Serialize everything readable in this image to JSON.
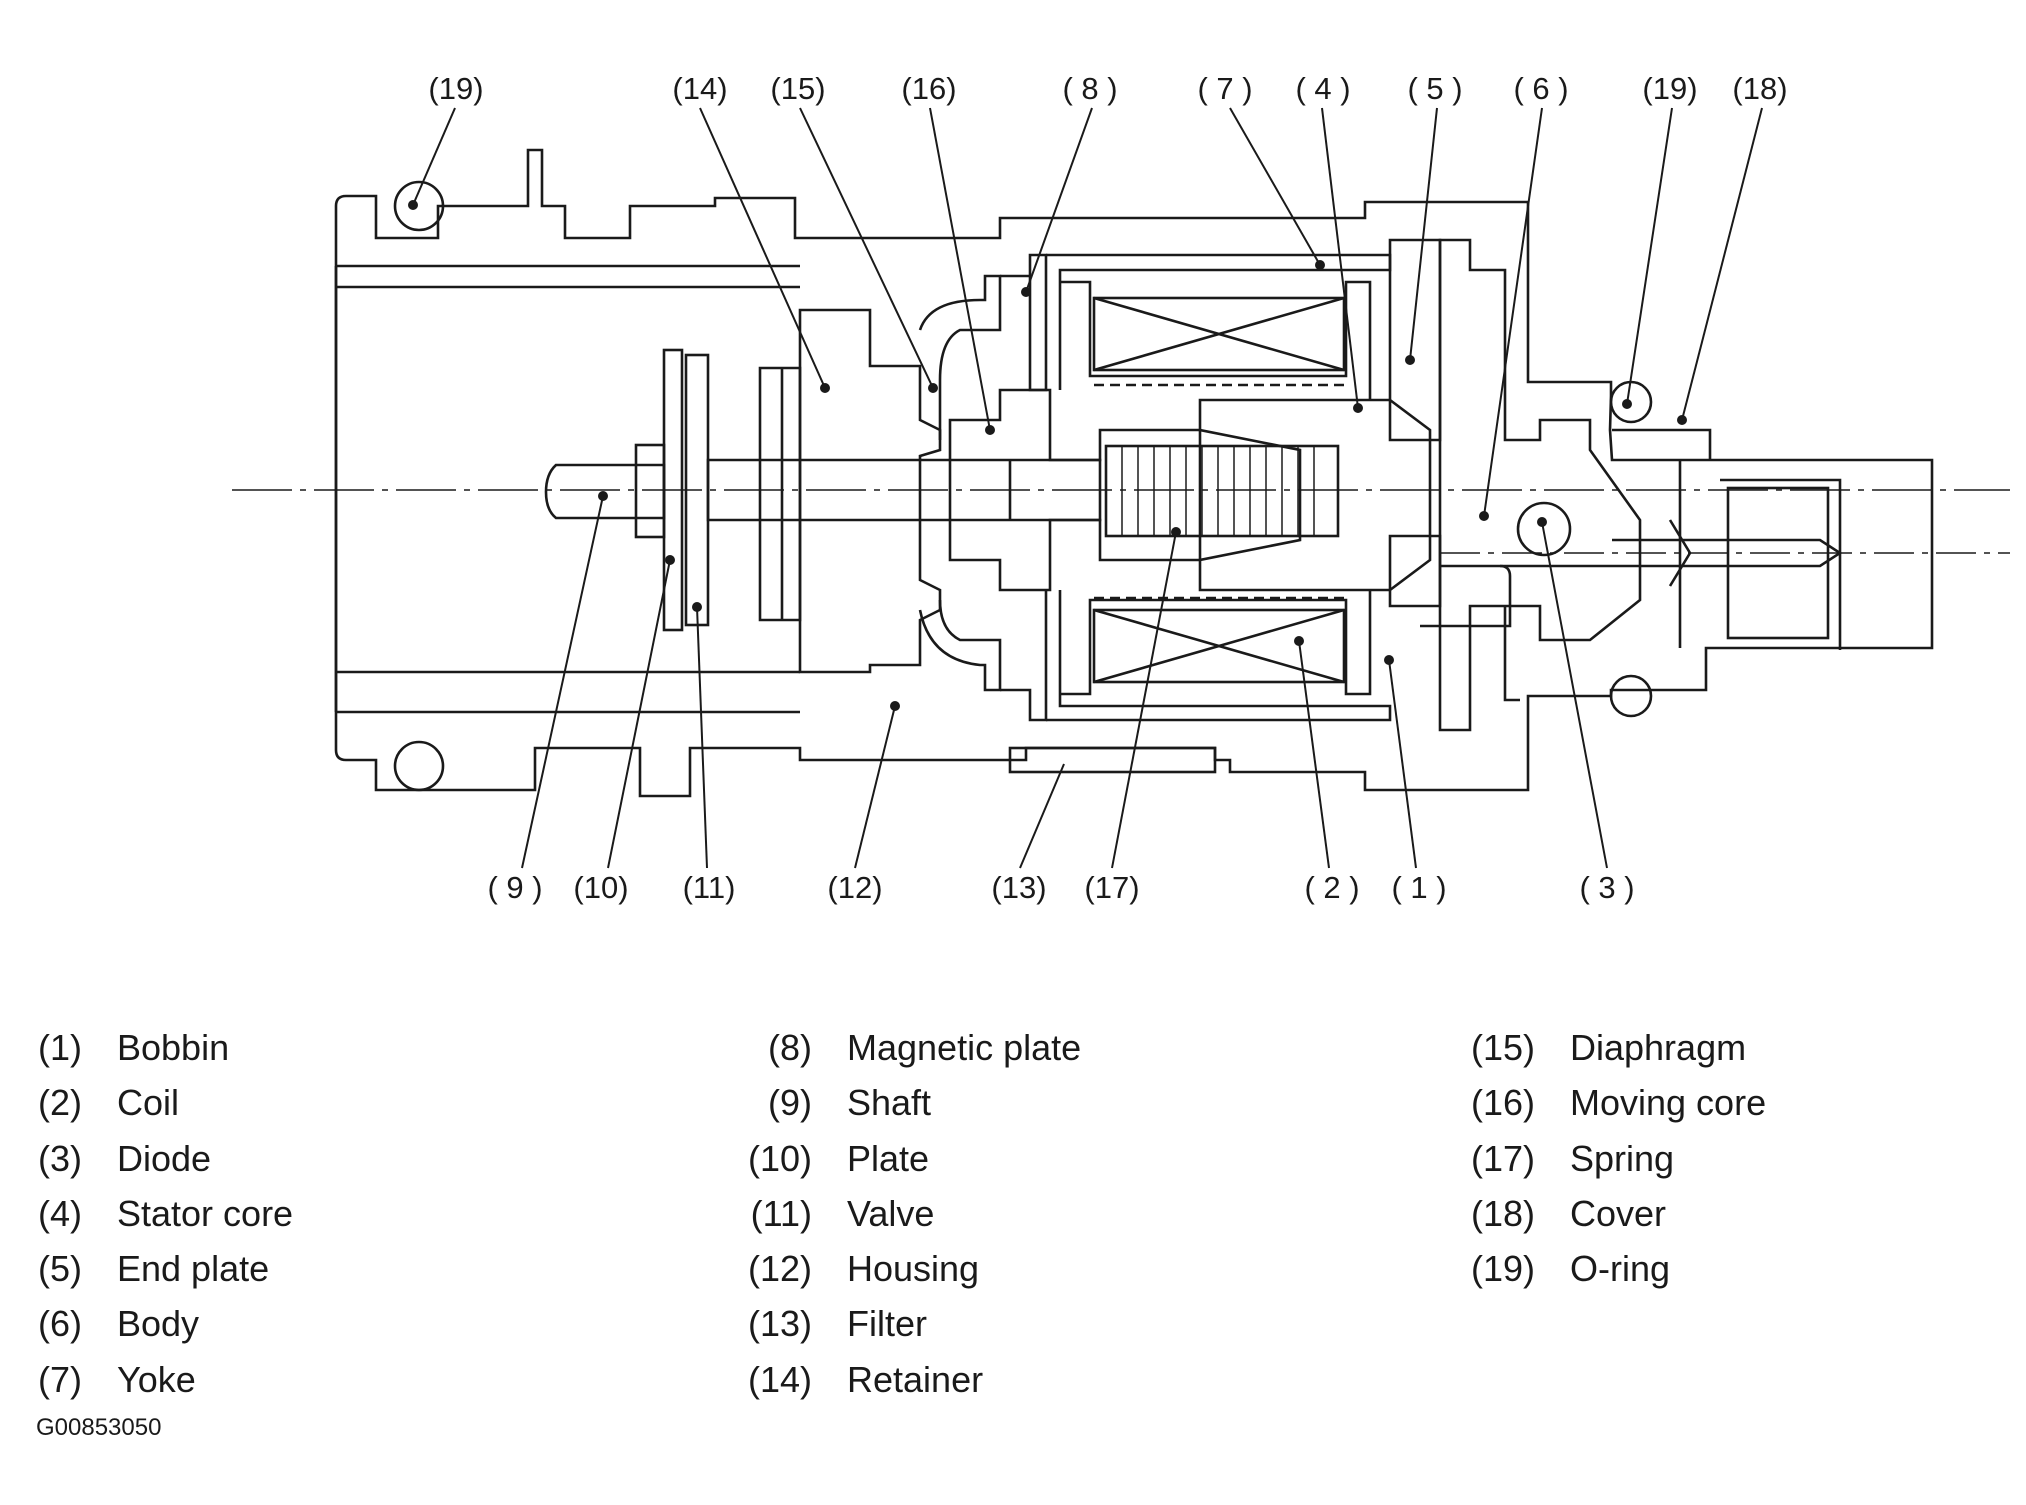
{
  "figure_id": "G00853050",
  "callouts": {
    "c19a": "(19)",
    "c14": "(14)",
    "c15": "(15)",
    "c16": "(16)",
    "c8": "( 8 )",
    "c7": "( 7 )",
    "c4": "( 4 )",
    "c5": "( 5 )",
    "c6": "( 6 )",
    "c19b": "(19)",
    "c18": "(18)",
    "c9": "( 9 )",
    "c10": "(10)",
    "c11": "(11)",
    "c12": "(12)",
    "c13": "(13)",
    "c17": "(17)",
    "c2": "( 2 )",
    "c1": "( 1 )",
    "c3": "( 3 )"
  },
  "legend": {
    "col1": [
      {
        "num": "(1)",
        "name": "Bobbin"
      },
      {
        "num": "(2)",
        "name": "Coil"
      },
      {
        "num": "(3)",
        "name": "Diode"
      },
      {
        "num": "(4)",
        "name": "Stator core"
      },
      {
        "num": "(5)",
        "name": "End plate"
      },
      {
        "num": "(6)",
        "name": "Body"
      },
      {
        "num": "(7)",
        "name": "Yoke"
      }
    ],
    "col2": [
      {
        "num": "(8)",
        "name": "Magnetic plate"
      },
      {
        "num": "(9)",
        "name": "Shaft"
      },
      {
        "num": "(10)",
        "name": "Plate"
      },
      {
        "num": "(11)",
        "name": "Valve"
      },
      {
        "num": "(12)",
        "name": "Housing"
      },
      {
        "num": "(13)",
        "name": "Filter"
      },
      {
        "num": "(14)",
        "name": "Retainer"
      }
    ],
    "col3": [
      {
        "num": "(15)",
        "name": "Diaphragm"
      },
      {
        "num": "(16)",
        "name": "Moving core"
      },
      {
        "num": "(17)",
        "name": "Spring"
      },
      {
        "num": "(18)",
        "name": "Cover"
      },
      {
        "num": "(19)",
        "name": "O-ring"
      }
    ]
  }
}
